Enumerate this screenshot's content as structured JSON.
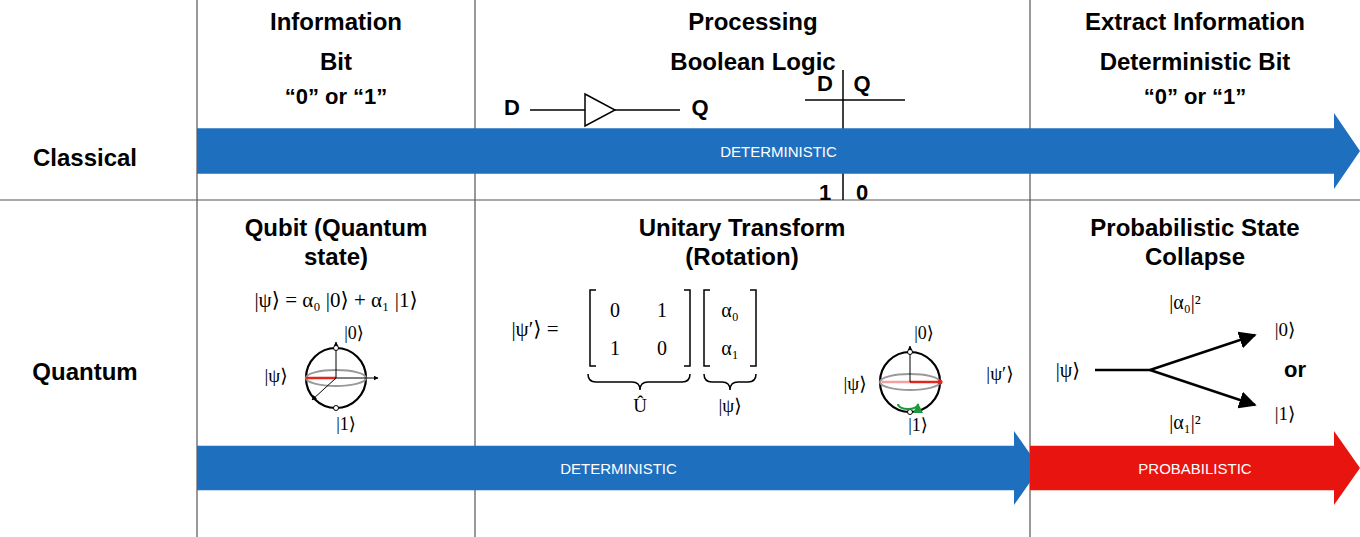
{
  "diagram": {
    "nodes": [
      {
        "text": [
          "DETERMINISTIC"
        ]
      },
      {
        "text": [
          "DETERMINISTIC"
        ]
      },
      {
        "text": [
          "PROBABILISTIC"
        ]
      }
    ],
    "labels": [
      "Information",
      "Processing",
      "Extract Information",
      "Classical",
      "Quantum",
      "Bit",
      "“0” or “1”",
      "Boolean Logic",
      "D",
      "Q",
      "D",
      "Q",
      "1",
      "0",
      "Deterministic Bit",
      "“0” or “1”",
      "Qubit (Quantum state)",
      "|ψ⟩ = α₀ |0⟩ + α₁ |1⟩",
      "|0⟩",
      "|ψ⟩",
      "|1⟩",
      "Unitary Transform (Rotation)",
      "|ψ′⟩ =",
      "0",
      "1",
      "1",
      "0",
      "α₀",
      "α₁",
      "Û",
      "|ψ⟩",
      "|0⟩",
      "|ψ′⟩",
      "|ψ⟩",
      "|1⟩",
      "Probabilistic State Collapse",
      "|α₀|²",
      "|0⟩",
      "or",
      "|ψ⟩",
      "|α₁|²",
      "|1⟩"
    ]
  }
}
